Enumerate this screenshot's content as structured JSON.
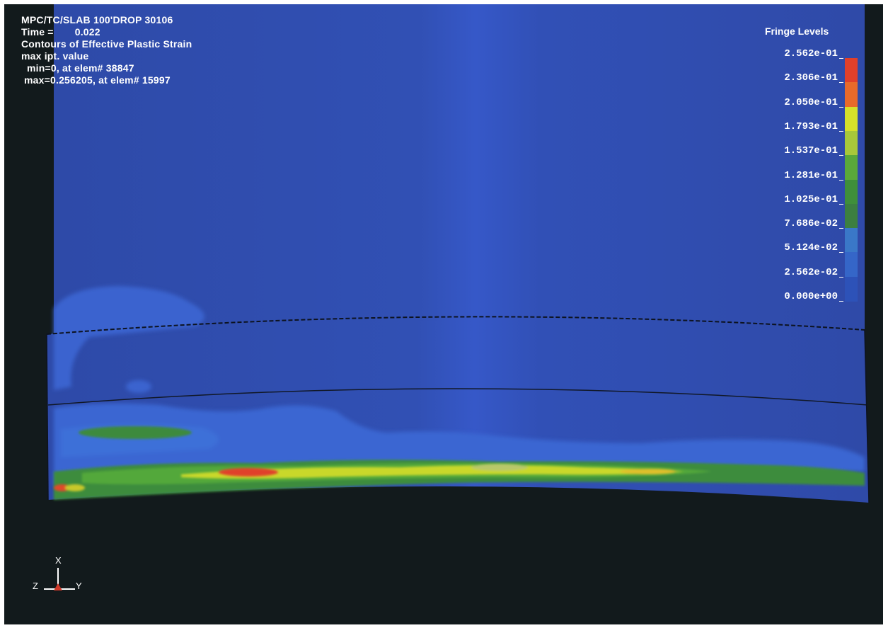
{
  "header": {
    "title": "MPC/TC/SLAB 100'DROP 30106",
    "time_label": "Time =",
    "time_value": "0.022",
    "contour_label": "Contours of Effective Plastic Strain",
    "value_type": "max ipt. value",
    "min_line": "min=0, at elem# 38847",
    "max_line": "max=0.256205, at elem# 15997"
  },
  "legend": {
    "title": "Fringe Levels",
    "levels": [
      "2.562e-01",
      "2.306e-01",
      "2.050e-01",
      "1.793e-01",
      "1.537e-01",
      "1.281e-01",
      "1.025e-01",
      "7.686e-02",
      "5.124e-02",
      "2.562e-02",
      "0.000e+00"
    ],
    "colors": [
      "#e0402a",
      "#e86a2a",
      "#d6e02a",
      "#a8c83a",
      "#5aa83a",
      "#3f8f3a",
      "#3c7f40",
      "#3a78c8",
      "#3566c8",
      "#2d52b8"
    ]
  },
  "triad": {
    "x_label": "X",
    "y_label": "Y",
    "z_label": "Z"
  },
  "colors": {
    "background": "#121a1c",
    "model_base": "#2f4cae",
    "model_center": "#3553c2",
    "grid_lines": "#1a1f2e"
  }
}
